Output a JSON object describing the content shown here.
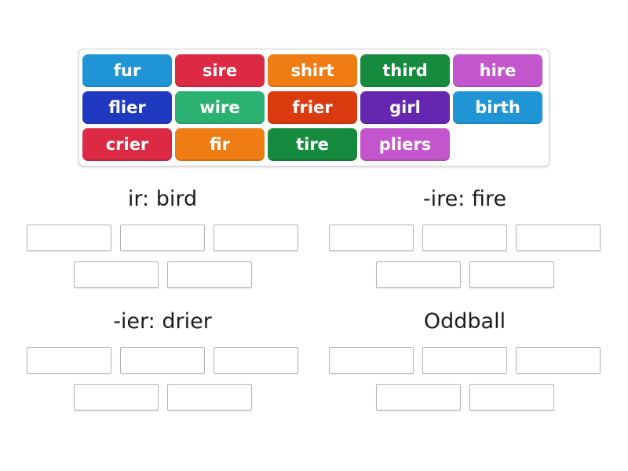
{
  "page": {
    "background_color": "#ffffff",
    "text_color": "#1c1c1c"
  },
  "word_bank": {
    "tiles": [
      {
        "label": "fur",
        "color": "#2095d6"
      },
      {
        "label": "sire",
        "color": "#dc2a44"
      },
      {
        "label": "shirt",
        "color": "#ef7d14"
      },
      {
        "label": "third",
        "color": "#168b3d"
      },
      {
        "label": "hire",
        "color": "#c456cd"
      },
      {
        "label": "flier",
        "color": "#1f3ac1"
      },
      {
        "label": "wire",
        "color": "#2bb273"
      },
      {
        "label": "frier",
        "color": "#d93b0f"
      },
      {
        "label": "girl",
        "color": "#6527b0"
      },
      {
        "label": "birth",
        "color": "#2095d6"
      },
      {
        "label": "crier",
        "color": "#dc2a44"
      },
      {
        "label": "fir",
        "color": "#ef7d14"
      },
      {
        "label": "tire",
        "color": "#168b3d"
      },
      {
        "label": "pliers",
        "color": "#c456cd"
      }
    ]
  },
  "groups": [
    {
      "id": "ir-bird",
      "title": "ir: bird",
      "slot_rows": [
        3,
        2
      ]
    },
    {
      "id": "ire-fire",
      "title": "-ire: fire",
      "slot_rows": [
        3,
        2
      ]
    },
    {
      "id": "ier-drier",
      "title": "-ier: drier",
      "slot_rows": [
        3,
        2
      ]
    },
    {
      "id": "oddball",
      "title": "Oddball",
      "slot_rows": [
        3,
        2
      ]
    }
  ]
}
